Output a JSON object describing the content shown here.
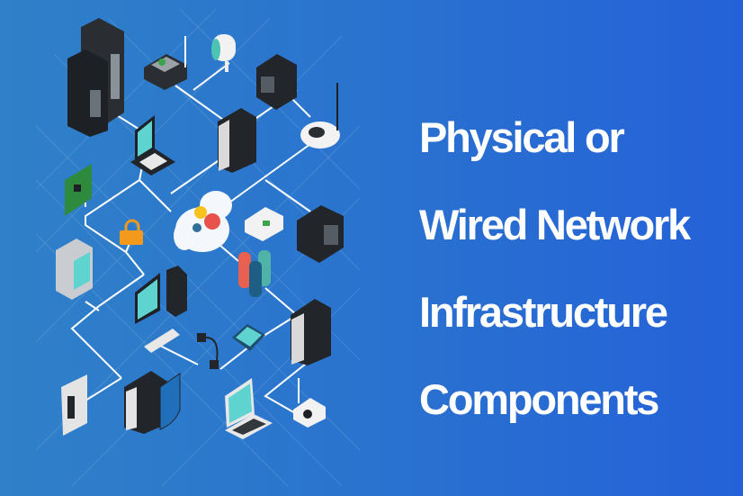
{
  "headline": {
    "lines": [
      "Physical or",
      "Wired Network",
      "Infrastructure",
      "Components"
    ]
  },
  "colors": {
    "background_left": "#2f80c8",
    "background_right": "#2461d8",
    "text": "#ffffff",
    "device_dark": "#23272b",
    "screen": "#5fd3d0"
  },
  "illustration": {
    "icons": [
      "server-rack-icon",
      "router-icon",
      "security-camera-icon",
      "storage-box-icon",
      "laptop-icon",
      "wifi-router-icon",
      "circuit-board-icon",
      "cloud-gears-icon",
      "padlock-icon",
      "modem-icon",
      "atm-terminal-icon",
      "database-icon",
      "desktop-computer-icon",
      "network-cable-icon",
      "smartphone-icon",
      "document-icon",
      "shield-server-icon",
      "webcam-icon"
    ]
  }
}
